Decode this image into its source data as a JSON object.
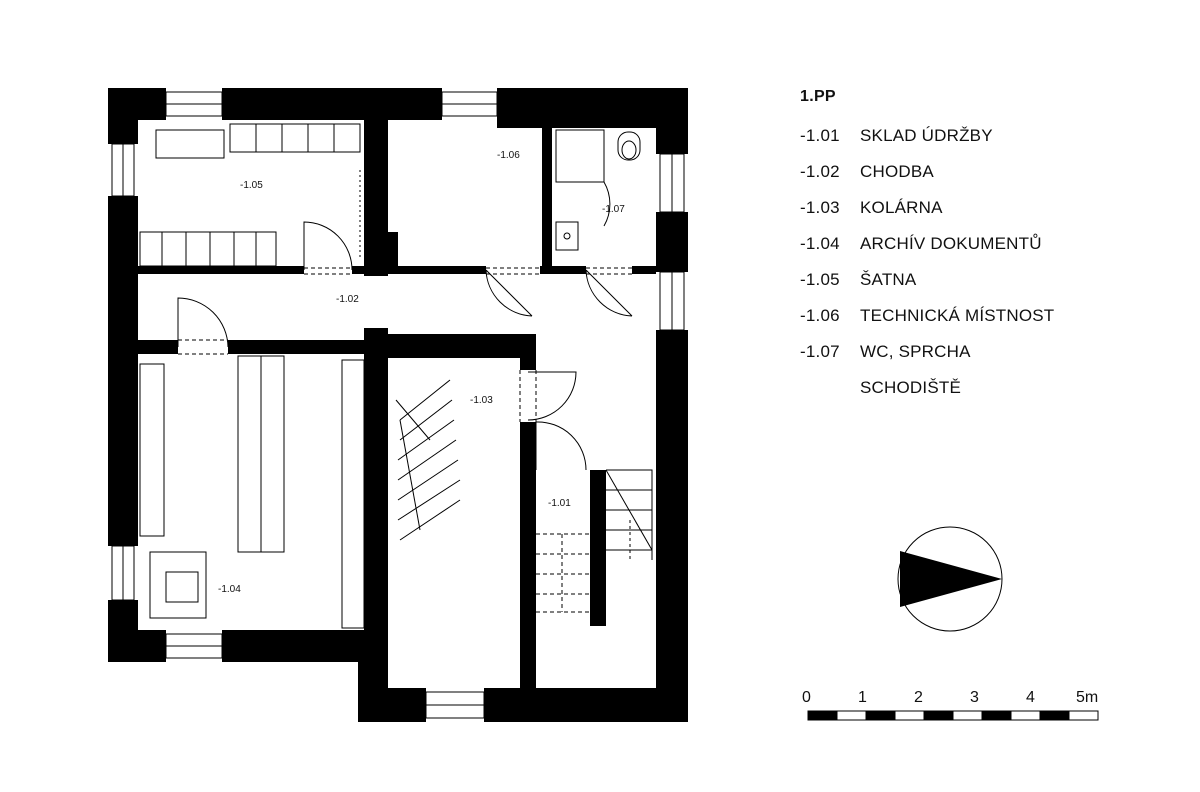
{
  "floor": {
    "title": "1.PP",
    "rooms": [
      {
        "code": "-1.01",
        "name": "SKLAD ÚDRŽBY"
      },
      {
        "code": "-1.02",
        "name": "CHODBA"
      },
      {
        "code": "-1.03",
        "name": "KOLÁRNA"
      },
      {
        "code": "-1.04",
        "name": "ARCHÍV DOKUMENTŮ"
      },
      {
        "code": "-1.05",
        "name": "ŠATNA"
      },
      {
        "code": "-1.06",
        "name": "TECHNICKÁ MÍSTNOST"
      },
      {
        "code": "-1.07",
        "name": "WC, SPRCHA"
      },
      {
        "code": "",
        "name": "SCHODIŠTĚ"
      }
    ]
  },
  "plan_labels": {
    "r101": "-1.01",
    "r102": "-1.02",
    "r103": "-1.03",
    "r104": "-1.04",
    "r105": "-1.05",
    "r106": "-1.06",
    "r107": "-1.07"
  },
  "scale": {
    "ticks": [
      "0",
      "1",
      "2",
      "3",
      "4",
      "5m"
    ]
  },
  "colors": {
    "wall": "#000000",
    "background": "#ffffff"
  },
  "icons": {
    "north_arrow": "north-arrow-icon"
  }
}
